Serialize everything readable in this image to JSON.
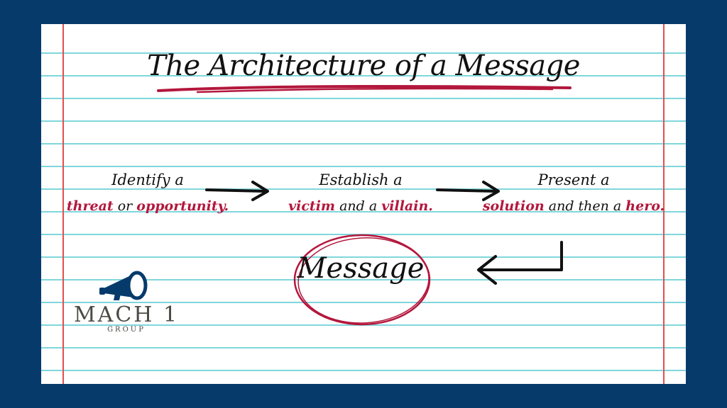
{
  "title": "The Architecture of a Message",
  "steps": [
    {
      "line1": "Identify a",
      "h1": "threat",
      "mid": " or ",
      "h2": "opportunity.",
      "end": ""
    },
    {
      "line1": "Establish a",
      "h1": "victim",
      "mid": " and a ",
      "h2": "villain.",
      "end": ""
    },
    {
      "line1": "Present a",
      "h1": "solution",
      "mid": " and then a ",
      "h2": "hero.",
      "end": ""
    }
  ],
  "center": "Message",
  "logo": {
    "name": "MACH 1",
    "sub": "GROUP",
    "icon": "megaphone-icon"
  },
  "colors": {
    "background": "#053a6b",
    "accent": "#b3173c",
    "ruled_line": "#7fd6dc",
    "margin_line": "#e0504d",
    "logo_text": "#4c4a44"
  }
}
